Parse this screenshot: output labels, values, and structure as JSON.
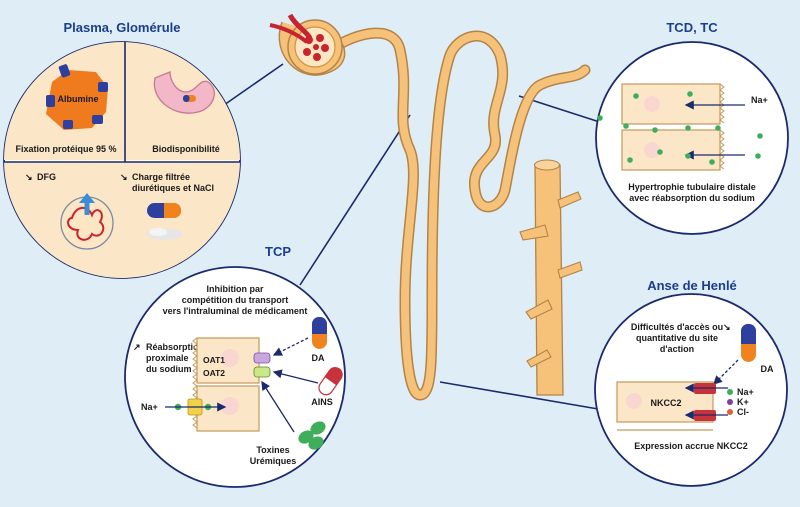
{
  "panels": {
    "plasma": {
      "title": "Plasma, Glomérule",
      "albumine": "Albumine",
      "fixation": "Fixation protéique 95 %",
      "biodisponibilite": "Biodisponibilité",
      "dfg": "DFG",
      "charge_line1": "Charge filtrée",
      "charge_line2": "diurétiques et NaCl"
    },
    "tcd": {
      "title": "TCD, TC",
      "na": "Na+",
      "caption_line1": "Hypertrophie tubulaire distale",
      "caption_line2": "avec réabsorption du sodium"
    },
    "tcp": {
      "title": "TCP",
      "inhibition_line1": "Inhibition par",
      "inhibition_line2": "compétition du transport",
      "inhibition_line3": "vers l'intraluminal de médicament",
      "reabs_line1": "Réabsorption",
      "reabs_line2": "proximale",
      "reabs_line3": "du sodium",
      "oat1": "OAT1",
      "oat2": "OAT2",
      "da": "DA",
      "ains": "AINS",
      "na": "Na+",
      "toxines_line1": "Toxines",
      "toxines_line2": "Urémiques"
    },
    "henle": {
      "title": "Anse de Henlé",
      "diff_line1": "Difficultés d'accès ou",
      "diff_line2": "quantitative du site",
      "diff_line3": "d'action",
      "da": "DA",
      "nkcc2": "NKCC2",
      "na": "Na+",
      "k": "K+",
      "cl": "Cl-",
      "caption": "Expression accrue NKCC2"
    }
  },
  "colors": {
    "title_blue": "#1a3d8f",
    "circle_outline": "#1a2a6c",
    "cell_fill": "#fbe6c7",
    "tubule": "#f6c27a",
    "albumin_orange": "#f07a1e",
    "pill_blue": "#2e3f9e",
    "pill_orange": "#f0831e",
    "ions_green": "#3fae5a",
    "nkcc2_red": "#c8323a"
  }
}
